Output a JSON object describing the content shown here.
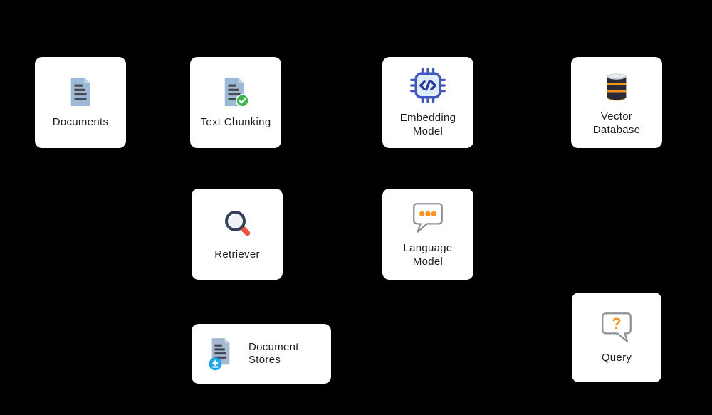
{
  "diagram": {
    "background": "#000000",
    "nodes": [
      {
        "id": "documents",
        "label": "Documents",
        "icon": "document-icon"
      },
      {
        "id": "text-chunking",
        "label": "Text Chunking",
        "icon": "document-check-icon"
      },
      {
        "id": "embedding-model",
        "label": "Embedding Model",
        "icon": "chip-code-icon"
      },
      {
        "id": "vector-database",
        "label": "Vector Database",
        "icon": "database-icon"
      },
      {
        "id": "retriever",
        "label": "Retriever",
        "icon": "magnifier-icon"
      },
      {
        "id": "language-model",
        "label": "Language Model",
        "icon": "chat-dots-icon"
      },
      {
        "id": "document-stores",
        "label": "Document Stores",
        "icon": "document-download-icon"
      },
      {
        "id": "query",
        "label": "Query",
        "icon": "question-bubble-icon"
      }
    ],
    "colors": {
      "background": "#000000",
      "card": "#ffffff",
      "label_text": "#1c1c1e",
      "document_blue": "#9db9d8",
      "document_fold": "#c6d6e9",
      "document_lines": "#4a4a4a",
      "check_green": "#3cb54e",
      "download_blue": "#1fa9e4",
      "chip_indigo": "#4356bb",
      "chip_fill": "#ddeef9",
      "database_dark": "#2b2b38",
      "accent_orange": "#f7941d",
      "magnifier_navy": "#36415a",
      "magnifier_red": "#ef5340",
      "bubble_outline_gray": "#8e9299"
    }
  }
}
